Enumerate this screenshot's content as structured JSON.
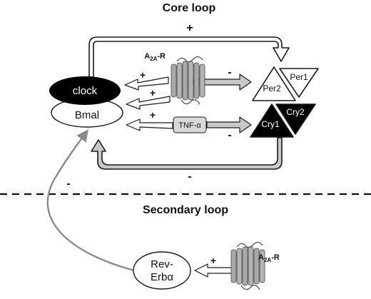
{
  "titles": {
    "core_loop": "Core loop",
    "secondary_loop": "Secondary loop"
  },
  "signs": {
    "plus": "+",
    "minus": "-"
  },
  "nodes": {
    "clock": "clock",
    "bmal": "Bmal",
    "per1": "Per1",
    "per2": "Per2",
    "cry1": "Cry1",
    "cry2": "Cry2",
    "tnf": "TNF-α",
    "rev_erb_line1": "Rev-",
    "rev_erb_line2": "Erbα"
  },
  "receptor": {
    "main": "A",
    "sub": "2A",
    "suffix": "-R"
  },
  "colors": {
    "outline": "#1a1a1a",
    "arrow_fill": "#c8c8c8",
    "receptor": "#a9a9a9",
    "curve": "#8a8a8a"
  },
  "icons": [
    "receptor-icon",
    "arrow-icon"
  ]
}
